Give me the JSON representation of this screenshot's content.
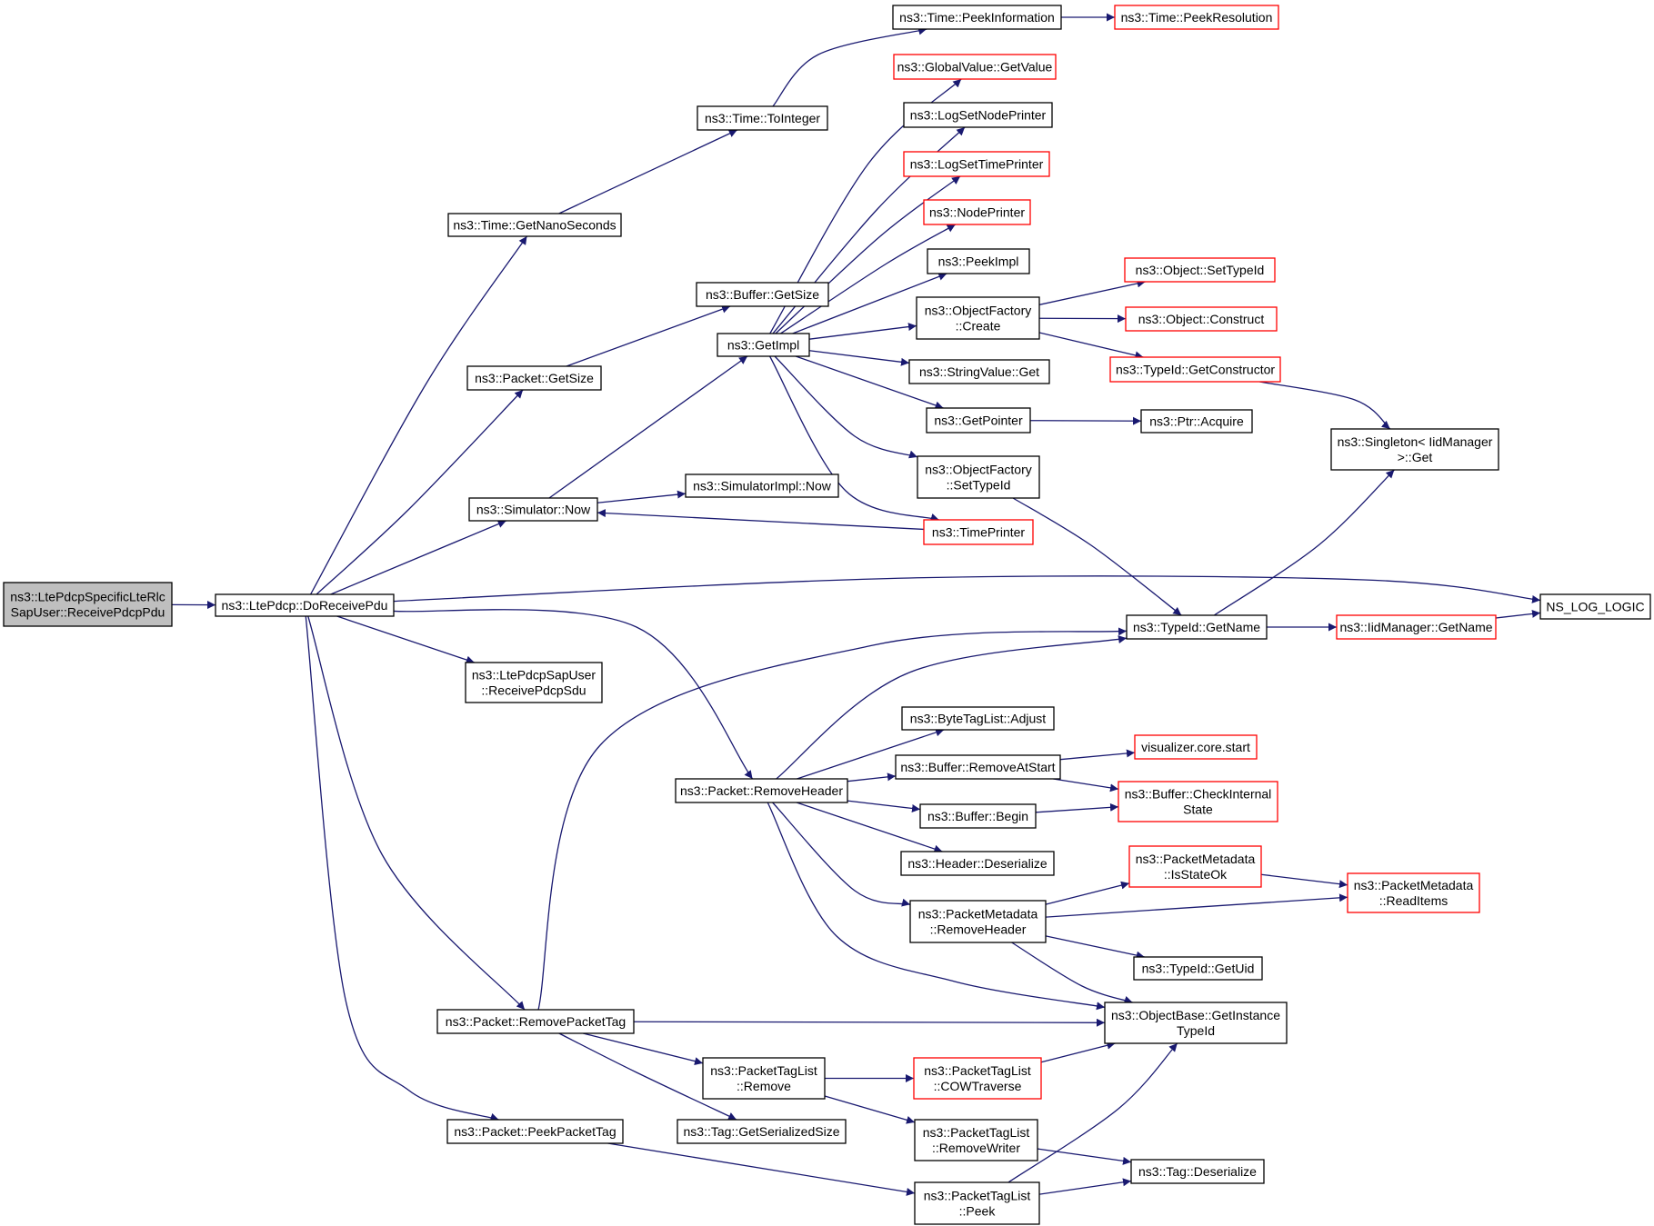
{
  "diagram": {
    "type": "call-graph",
    "colors": {
      "edge": "#191970",
      "node_border": "#000000",
      "truncated_border": "#ff0000",
      "root_fill": "#bfbfbf"
    },
    "nodes": [
      {
        "id": "root",
        "lines": [
          "ns3::LtePdcpSpecificLteRlc",
          "SapUser::ReceivePdcpPdu"
        ],
        "style": "root"
      },
      {
        "id": "doreceive",
        "lines": [
          "ns3::LtePdcp::DoReceivePdu"
        ]
      },
      {
        "id": "timenano",
        "lines": [
          "ns3::Time::GetNanoSeconds"
        ]
      },
      {
        "id": "toint",
        "lines": [
          "ns3::Time::ToInteger"
        ]
      },
      {
        "id": "peekinfo",
        "lines": [
          "ns3::Time::PeekInformation"
        ]
      },
      {
        "id": "peekres",
        "lines": [
          "ns3::Time::PeekResolution"
        ],
        "style": "red"
      },
      {
        "id": "pktgetsize",
        "lines": [
          "ns3::Packet::GetSize"
        ]
      },
      {
        "id": "bufgetsize",
        "lines": [
          "ns3::Buffer::GetSize"
        ]
      },
      {
        "id": "simnow",
        "lines": [
          "ns3::Simulator::Now"
        ]
      },
      {
        "id": "getimpl",
        "lines": [
          "ns3::GetImpl"
        ]
      },
      {
        "id": "simimplnow",
        "lines": [
          "ns3::SimulatorImpl::Now"
        ]
      },
      {
        "id": "gvget",
        "lines": [
          "ns3::GlobalValue::GetValue"
        ],
        "style": "red"
      },
      {
        "id": "lognode",
        "lines": [
          "ns3::LogSetNodePrinter"
        ]
      },
      {
        "id": "logtime",
        "lines": [
          "ns3::LogSetTimePrinter"
        ],
        "style": "red"
      },
      {
        "id": "nodeprinter",
        "lines": [
          "ns3::NodePrinter"
        ],
        "style": "red"
      },
      {
        "id": "peekimpl",
        "lines": [
          "ns3::PeekImpl"
        ]
      },
      {
        "id": "ofcreate",
        "lines": [
          "ns3::ObjectFactory",
          "::Create"
        ]
      },
      {
        "id": "objsettype",
        "lines": [
          "ns3::Object::SetTypeId"
        ],
        "style": "red"
      },
      {
        "id": "objconstruct",
        "lines": [
          "ns3::Object::Construct"
        ],
        "style": "red"
      },
      {
        "id": "getctor",
        "lines": [
          "ns3::TypeId::GetConstructor"
        ],
        "style": "red"
      },
      {
        "id": "singleton",
        "lines": [
          "ns3::Singleton< IidManager",
          ">::Get"
        ]
      },
      {
        "id": "strval",
        "lines": [
          "ns3::StringValue::Get"
        ]
      },
      {
        "id": "getptr",
        "lines": [
          "ns3::GetPointer"
        ]
      },
      {
        "id": "ptracq",
        "lines": [
          "ns3::Ptr::Acquire"
        ]
      },
      {
        "id": "ofsettype",
        "lines": [
          "ns3::ObjectFactory",
          "::SetTypeId"
        ]
      },
      {
        "id": "timeprinter",
        "lines": [
          "ns3::TimePrinter"
        ],
        "style": "red"
      },
      {
        "id": "tidgetname",
        "lines": [
          "ns3::TypeId::GetName"
        ]
      },
      {
        "id": "iidgetname",
        "lines": [
          "ns3::IidManager::GetName"
        ],
        "style": "red"
      },
      {
        "id": "nslog",
        "lines": [
          "NS_LOG_LOGIC"
        ]
      },
      {
        "id": "sapuser",
        "lines": [
          "ns3::LtePdcpSapUser",
          "::ReceivePdcpSdu"
        ]
      },
      {
        "id": "rmheader",
        "lines": [
          "ns3::Packet::RemoveHeader"
        ]
      },
      {
        "id": "btladjust",
        "lines": [
          "ns3::ByteTagList::Adjust"
        ]
      },
      {
        "id": "bufrmstart",
        "lines": [
          "ns3::Buffer::RemoveAtStart"
        ]
      },
      {
        "id": "vizstart",
        "lines": [
          "visualizer.core.start"
        ],
        "style": "red"
      },
      {
        "id": "bufcheck",
        "lines": [
          "ns3::Buffer::CheckInternal",
          "State"
        ],
        "style": "red"
      },
      {
        "id": "bufbegin",
        "lines": [
          "ns3::Buffer::Begin"
        ]
      },
      {
        "id": "hdrdeser",
        "lines": [
          "ns3::Header::Deserialize"
        ]
      },
      {
        "id": "pmstateok",
        "lines": [
          "ns3::PacketMetadata",
          "::IsStateOk"
        ],
        "style": "red"
      },
      {
        "id": "pmreaditems",
        "lines": [
          "ns3::PacketMetadata",
          "::ReadItems"
        ],
        "style": "red"
      },
      {
        "id": "pmrmheader",
        "lines": [
          "ns3::PacketMetadata",
          "::RemoveHeader"
        ]
      },
      {
        "id": "tidgetuid",
        "lines": [
          "ns3::TypeId::GetUid"
        ]
      },
      {
        "id": "obinst",
        "lines": [
          "ns3::ObjectBase::GetInstance",
          "TypeId"
        ]
      },
      {
        "id": "rmpkttag",
        "lines": [
          "ns3::Packet::RemovePacketTag"
        ]
      },
      {
        "id": "ptlremove",
        "lines": [
          "ns3::PacketTagList",
          "::Remove"
        ]
      },
      {
        "id": "ptlcow",
        "lines": [
          "ns3::PacketTagList",
          "::COWTraverse"
        ],
        "style": "red"
      },
      {
        "id": "taggetsize",
        "lines": [
          "ns3::Tag::GetSerializedSize"
        ]
      },
      {
        "id": "ptlrmwriter",
        "lines": [
          "ns3::PacketTagList",
          "::RemoveWriter"
        ]
      },
      {
        "id": "peekpkttag",
        "lines": [
          "ns3::Packet::PeekPacketTag"
        ]
      },
      {
        "id": "tagdeser",
        "lines": [
          "ns3::Tag::Deserialize"
        ]
      },
      {
        "id": "ptlpeek",
        "lines": [
          "ns3::PacketTagList",
          "::Peek"
        ]
      }
    ],
    "edges": [
      [
        "root",
        "doreceive"
      ],
      [
        "doreceive",
        "timenano"
      ],
      [
        "doreceive",
        "pktgetsize"
      ],
      [
        "doreceive",
        "simnow"
      ],
      [
        "doreceive",
        "nslog"
      ],
      [
        "doreceive",
        "sapuser"
      ],
      [
        "doreceive",
        "rmheader"
      ],
      [
        "doreceive",
        "rmpkttag"
      ],
      [
        "doreceive",
        "peekpkttag"
      ],
      [
        "timenano",
        "toint"
      ],
      [
        "toint",
        "peekinfo"
      ],
      [
        "peekinfo",
        "peekres"
      ],
      [
        "pktgetsize",
        "bufgetsize"
      ],
      [
        "simnow",
        "getimpl"
      ],
      [
        "simnow",
        "simimplnow"
      ],
      [
        "getimpl",
        "gvget"
      ],
      [
        "getimpl",
        "lognode"
      ],
      [
        "getimpl",
        "logtime"
      ],
      [
        "getimpl",
        "nodeprinter"
      ],
      [
        "getimpl",
        "peekimpl"
      ],
      [
        "getimpl",
        "ofcreate"
      ],
      [
        "getimpl",
        "strval"
      ],
      [
        "getimpl",
        "getptr"
      ],
      [
        "getimpl",
        "ofsettype"
      ],
      [
        "getimpl",
        "timeprinter"
      ],
      [
        "ofcreate",
        "objsettype"
      ],
      [
        "ofcreate",
        "objconstruct"
      ],
      [
        "ofcreate",
        "getctor"
      ],
      [
        "getctor",
        "singleton"
      ],
      [
        "getptr",
        "ptracq"
      ],
      [
        "ofsettype",
        "tidgetname"
      ],
      [
        "timeprinter",
        "simnow"
      ],
      [
        "tidgetname",
        "singleton"
      ],
      [
        "tidgetname",
        "iidgetname"
      ],
      [
        "iidgetname",
        "nslog"
      ],
      [
        "rmheader",
        "tidgetname"
      ],
      [
        "rmheader",
        "btladjust"
      ],
      [
        "rmheader",
        "bufrmstart"
      ],
      [
        "rmheader",
        "bufbegin"
      ],
      [
        "rmheader",
        "hdrdeser"
      ],
      [
        "rmheader",
        "pmrmheader"
      ],
      [
        "rmheader",
        "obinst"
      ],
      [
        "bufrmstart",
        "vizstart"
      ],
      [
        "bufrmstart",
        "bufcheck"
      ],
      [
        "bufbegin",
        "bufcheck"
      ],
      [
        "pmrmheader",
        "pmstateok"
      ],
      [
        "pmrmheader",
        "pmreaditems"
      ],
      [
        "pmrmheader",
        "tidgetuid"
      ],
      [
        "pmrmheader",
        "obinst"
      ],
      [
        "pmstateok",
        "pmreaditems"
      ],
      [
        "rmpkttag",
        "tidgetname"
      ],
      [
        "rmpkttag",
        "obinst"
      ],
      [
        "rmpkttag",
        "ptlremove"
      ],
      [
        "rmpkttag",
        "taggetsize"
      ],
      [
        "ptlremove",
        "ptlcow"
      ],
      [
        "ptlremove",
        "ptlrmwriter"
      ],
      [
        "ptlcow",
        "obinst"
      ],
      [
        "ptlrmwriter",
        "tagdeser"
      ],
      [
        "peekpkttag",
        "ptlpeek"
      ],
      [
        "ptlpeek",
        "tagdeser"
      ],
      [
        "ptlpeek",
        "obinst"
      ]
    ]
  }
}
